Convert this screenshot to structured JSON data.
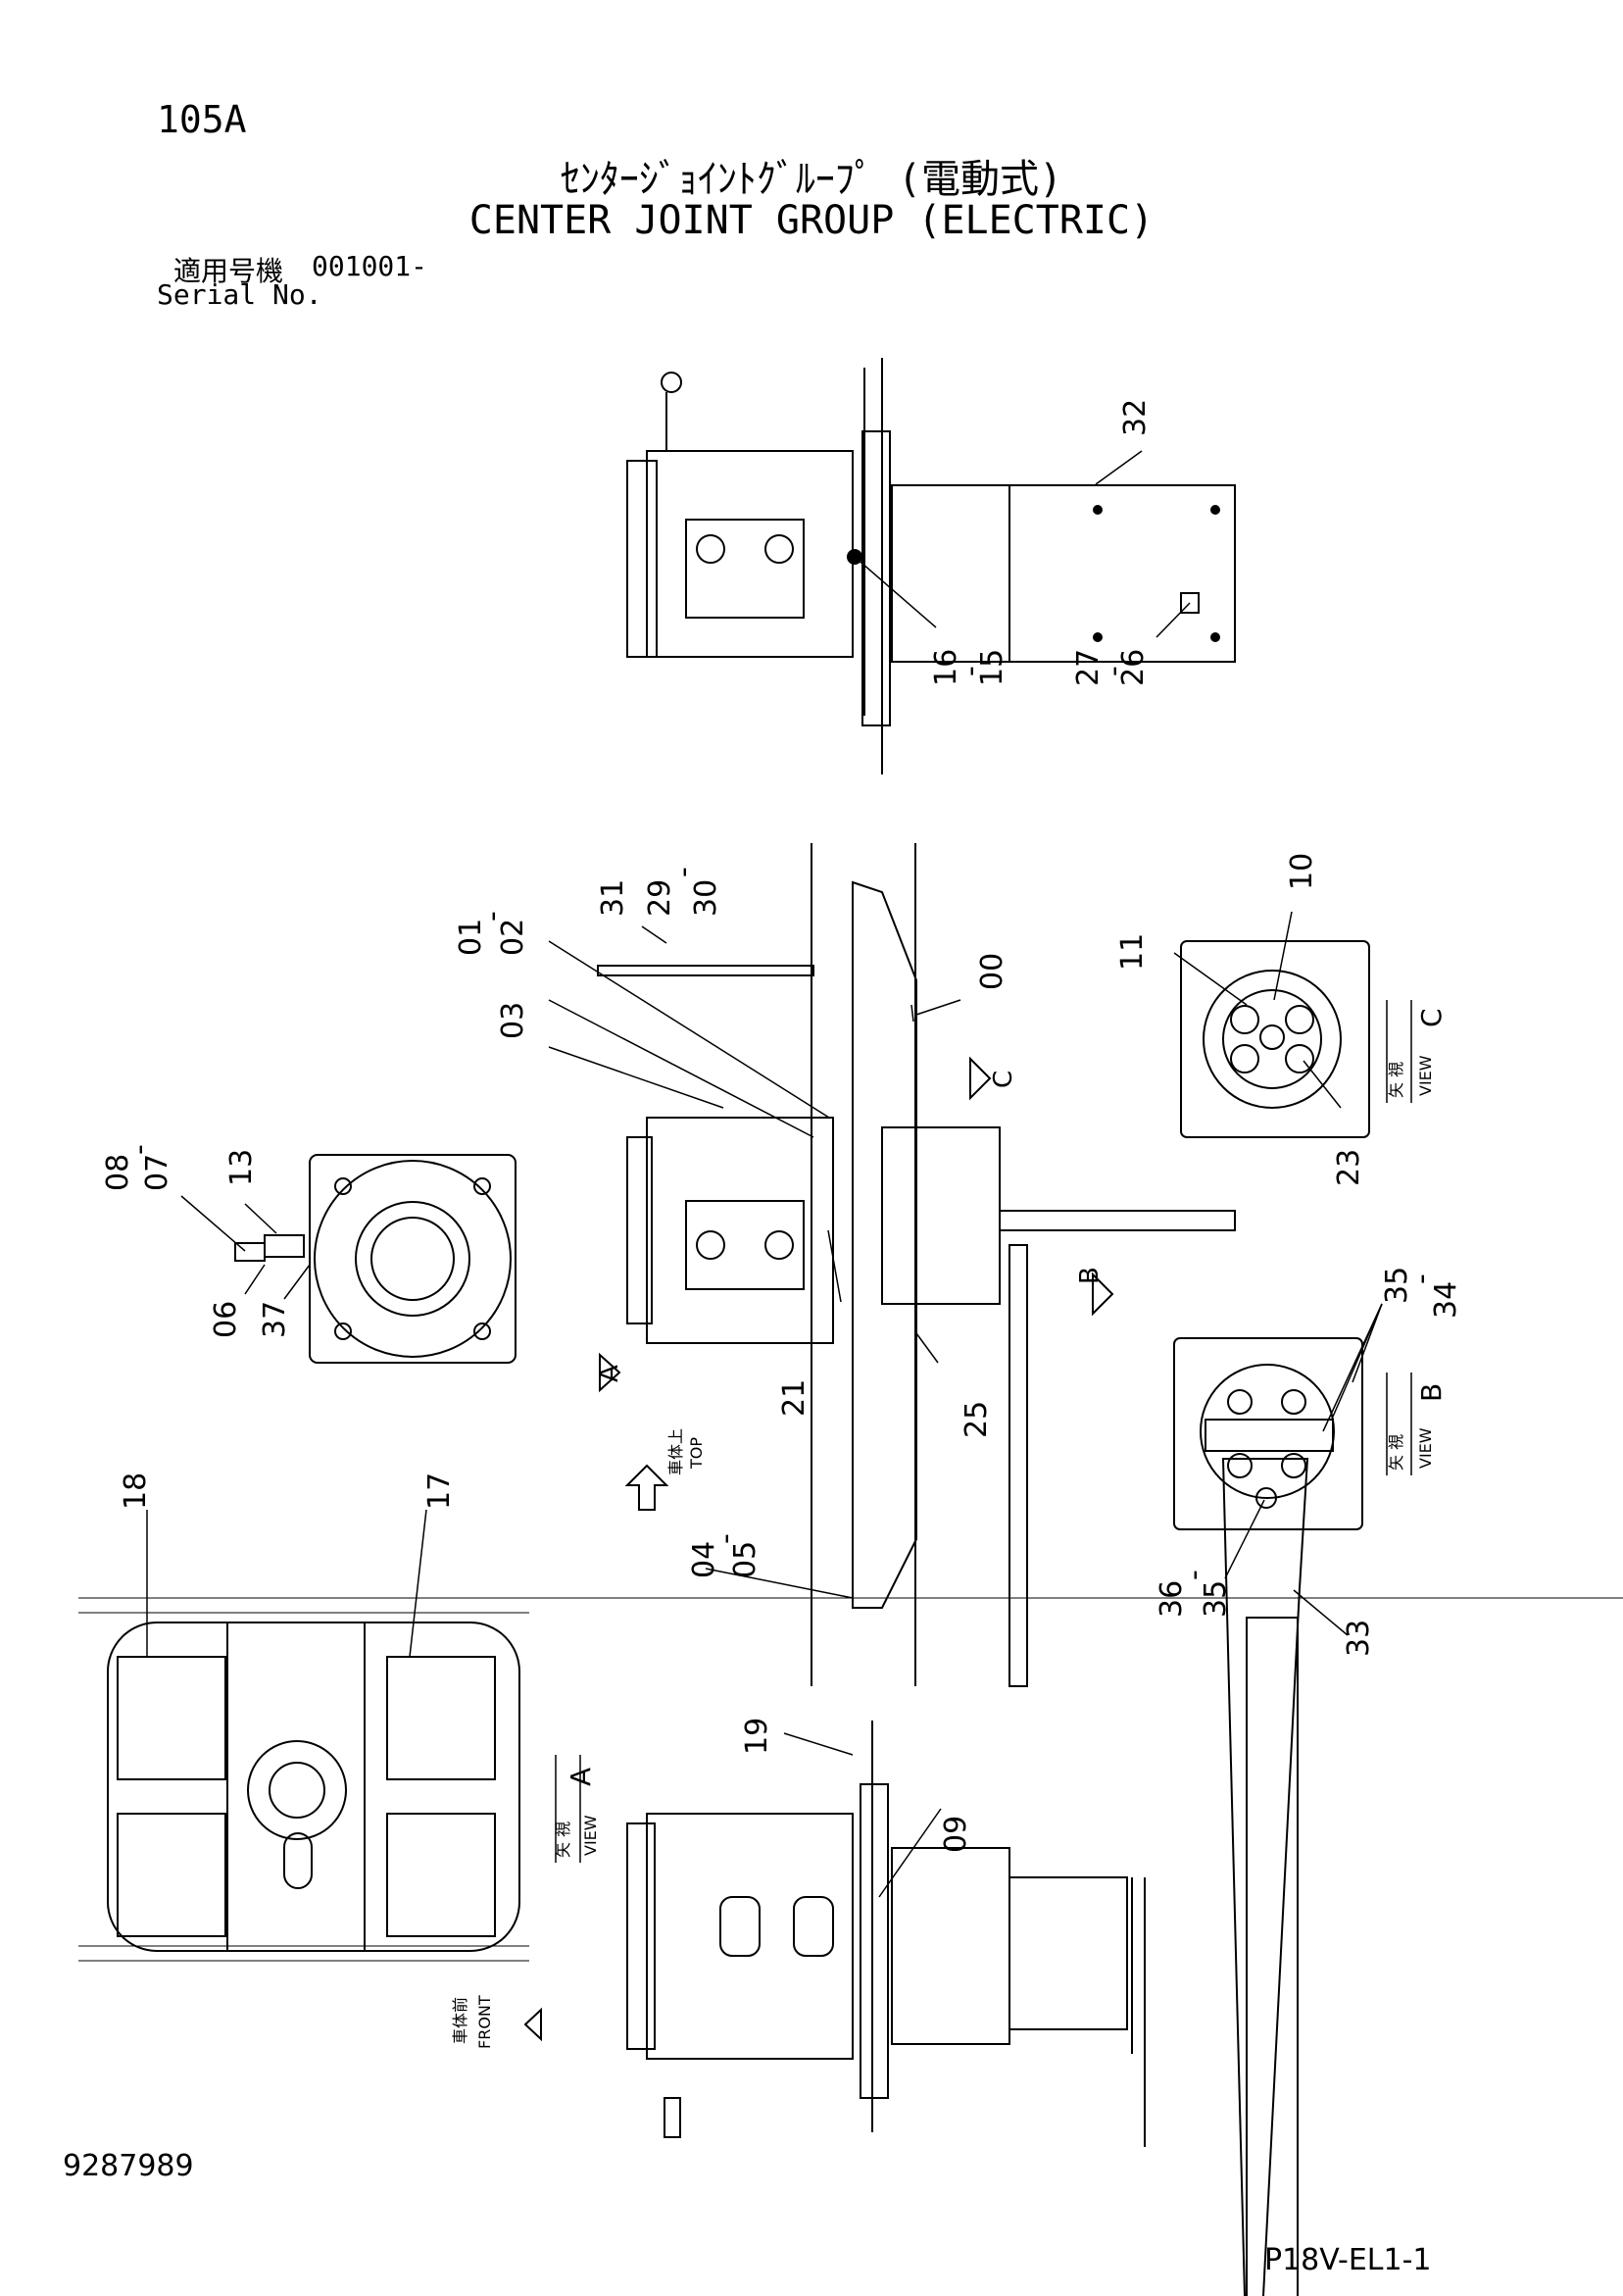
{
  "header": {
    "sheet_number": "105A",
    "title_jp": "ｾﾝﾀｰｼﾞｮｲﾝﾄｸﾞﾙｰﾌﾟ (電動式)",
    "title_en": "CENTER JOINT GROUP (ELECTRIC)",
    "serial_label_jp": "適用号機",
    "serial_value": "001001-",
    "serial_label_en": "Serial No."
  },
  "callouts": {
    "c32": "32",
    "c16": "16",
    "c15": "15",
    "c27": "27",
    "c26": "26",
    "c31": "31",
    "c29": "29",
    "c30": "30",
    "c01": "01",
    "c02": "02",
    "c03": "03",
    "c00": "00",
    "c10": "10",
    "c11": "11",
    "c23": "23",
    "c13": "13",
    "c08": "08",
    "c07": "07",
    "c06": "06",
    "c37": "37",
    "c21": "21",
    "c25": "25",
    "c35a": "35",
    "c34": "34",
    "c36": "36",
    "c35b": "35",
    "c33": "33",
    "c18": "18",
    "c17": "17",
    "c04": "04",
    "c05": "05",
    "c19": "19",
    "c09": "09",
    "dash": "-"
  },
  "view_labels": {
    "view_a_letter": "A",
    "view_b_letter": "B",
    "view_c_letter": "C",
    "view_jp": "矢 視",
    "view_en": "VIEW",
    "top_jp": "車体上",
    "top_en": "TOP",
    "front_jp": "車体前",
    "front_en": "FRONT"
  },
  "footer": {
    "document_number": "9287989",
    "page_code": "P18V-EL1-1"
  }
}
